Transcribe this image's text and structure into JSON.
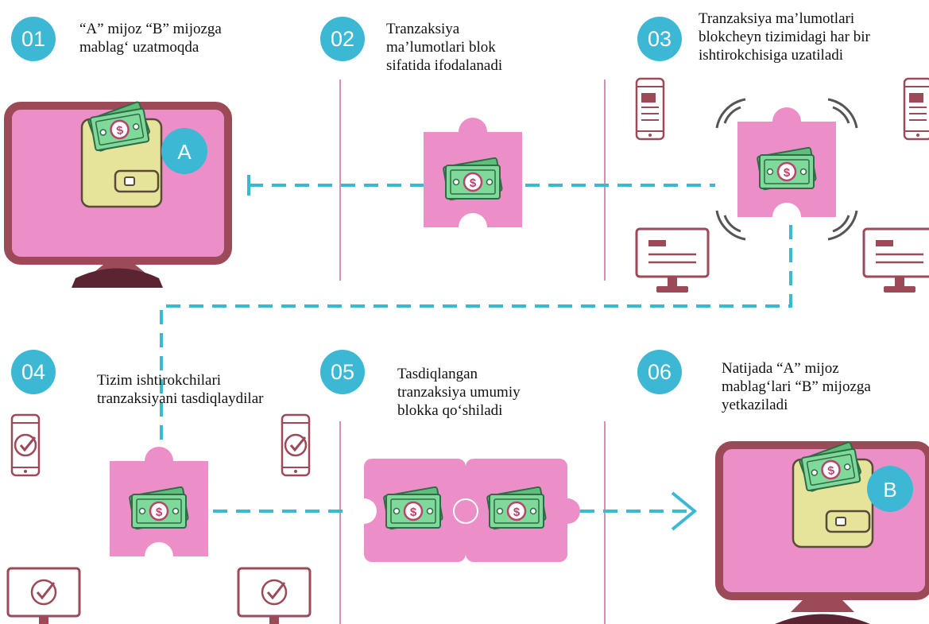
{
  "colors": {
    "accent": "#3db8d4",
    "pink": "#ec8fc8",
    "monitor_frame": "#9c4a58",
    "divider": "#d58fb3",
    "bill": "#7fd99a",
    "wallet": "#e6e49a"
  },
  "steps": [
    {
      "number": "01",
      "text": "“A” mijoz “B” mijozga\nmablag‘ uzatmoqda"
    },
    {
      "number": "02",
      "text": "Tranzaksiya\nma’lumotlari blok\nsifatida ifodalanadi"
    },
    {
      "number": "03",
      "text": "Tranzaksiya ma’lumotlari\nblokcheyn tizimidagi har bir\nishtirokchisiga uzatiladi"
    },
    {
      "number": "04",
      "text": "Tizim ishtirokchilari\ntranzaksiyani tasdiqlaydilar"
    },
    {
      "number": "05",
      "text": "Tasdiqlangan\ntranzaksiya umumiy\nblokka qo‘shiladi"
    },
    {
      "number": "06",
      "text": "Natijada “A” mijoz\nmablag‘lari “B” mijozga\nyetkaziladi"
    }
  ],
  "badges": {
    "sender": "A",
    "receiver": "B"
  },
  "icons": [
    "monitor-icon",
    "wallet-icon",
    "money-bill-icon",
    "puzzle-block-icon",
    "phone-icon",
    "signal-wave-icon",
    "check-icon",
    "arrow-icon"
  ]
}
